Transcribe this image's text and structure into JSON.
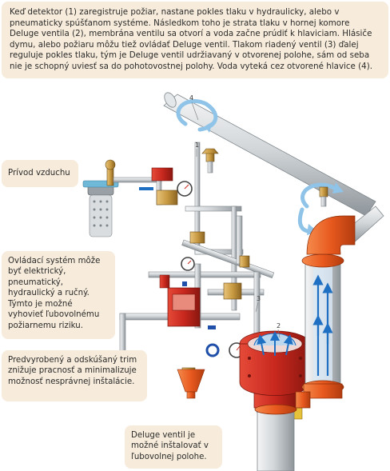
{
  "texts": {
    "intro": "Keď detektor (1) zaregistruje požiar, nastane pokles tlaku v hydraulicky, alebo v pneumaticky spúšťanom systéme. Následkom toho je strata tlaku v hornej komore Deluge ventila (2), membrána ventilu sa otvorí a voda začne prúdiť k hlaviciam. Hlásiče dymu, alebo požiaru môžu tiež ovládať Deluge ventil. Tlakom riadený ventil (3) ďalej reguluje pokles tlaku, tým je Deluge ventil udržiavaný v otvorenej polohe, sám od seba nie je schopný uviesť sa do pohotovostnej polohy. Voda vyteká cez otvorené hlavice (4).",
    "air_supply": "Prívod vzduchu",
    "control_system": "Ovládací systém môže byť elektrický, pneumatický, hydraulický a ručný. Týmto je možné vyhovieť ľubovolnému požiarnemu riziku.",
    "trim": "Predvyrobený a odskúšaný trim znižuje pracnosť a minimalizuje možnosť nesprávnej inštalácie.",
    "deluge": "Deluge ventil je možné inštalovať v ľubovolnej polohe."
  },
  "callouts": [
    "4",
    "1",
    "3",
    "2"
  ],
  "colors": {
    "box_background": "#f7ecdb",
    "pipe_orange": "#e8591e",
    "valve_red": "#c8281e",
    "pipe_gray": "#cfd3d6",
    "flow_arrow_blue": "#1f6fc2",
    "air_arrow_light_blue": "#8fc4e8"
  },
  "icons": [
    "rotation-arrow-icon",
    "flow-arrow-icon",
    "valve-handwheel-icon",
    "pressure-gauge-icon"
  ]
}
